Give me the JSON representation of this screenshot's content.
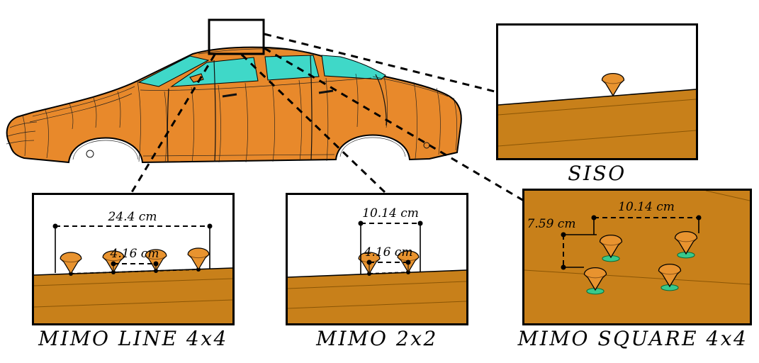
{
  "colors": {
    "car_body": "#E8892B",
    "car_window": "#3FD8C8",
    "roof_surface": "#C8801A",
    "cone": "#E8932F",
    "cone_base": "#38C98C"
  },
  "panels": {
    "siso": {
      "label": "SISO"
    },
    "mimo_line": {
      "label": "MIMO LINE 4x4",
      "dim_span": "24.4 cm",
      "dim_spacing": "4.16 cm"
    },
    "mimo_2x2": {
      "label": "MIMO 2x2",
      "dim_span": "10.14 cm",
      "dim_spacing": "4.16 cm"
    },
    "mimo_square": {
      "label": "MIMO SQUARE 4x4",
      "dim_horizontal": "10.14 cm",
      "dim_vertical": "7.59 cm"
    }
  }
}
